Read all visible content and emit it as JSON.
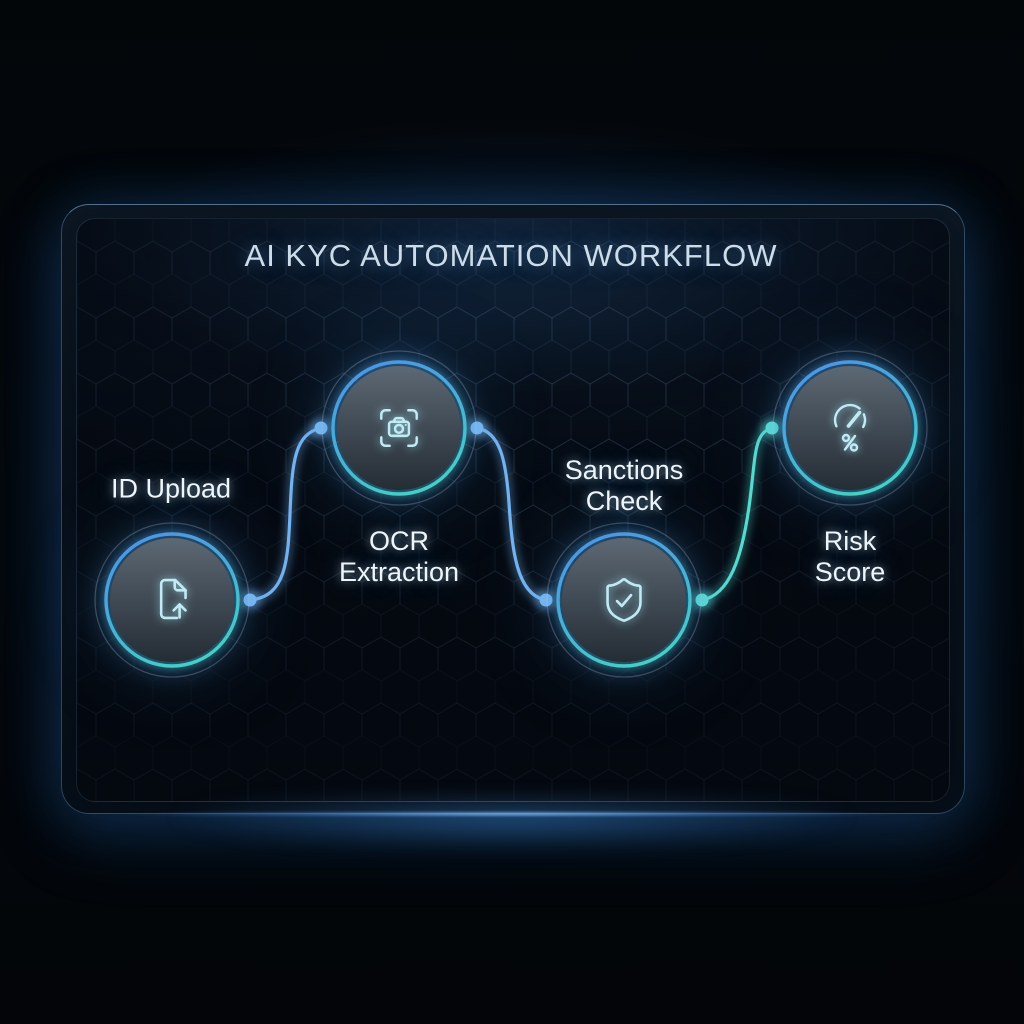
{
  "title": "AI KYC AUTOMATION WORKFLOW",
  "nodes": [
    {
      "id": "id-upload",
      "label": "ID Upload",
      "label_lines": [
        "ID Upload"
      ],
      "icon": "document-upload-icon",
      "label_position": "above"
    },
    {
      "id": "ocr-extraction",
      "label": "OCR Extraction",
      "label_lines": [
        "OCR",
        "Extraction"
      ],
      "icon": "camera-scan-icon",
      "label_position": "below"
    },
    {
      "id": "sanctions-check",
      "label": "Sanctions Check",
      "label_lines": [
        "Sanctions",
        "Check"
      ],
      "icon": "shield-check-icon",
      "label_position": "above"
    },
    {
      "id": "risk-score",
      "label": "Risk Score",
      "label_lines": [
        "Risk",
        "Score"
      ],
      "icon": "gauge-percent-icon",
      "label_position": "below"
    }
  ],
  "connectors": [
    {
      "from": "id-upload",
      "to": "ocr-extraction",
      "color": "#74b4f2"
    },
    {
      "from": "ocr-extraction",
      "to": "sanctions-check",
      "color": "#74b4f2"
    },
    {
      "from": "sanctions-check",
      "to": "risk-score",
      "color": "#55ddd2"
    }
  ],
  "colors": {
    "background": "#04070c",
    "panel_background": "#070e16",
    "ring_blue": "#4d93e6",
    "ring_teal": "#46cfc6",
    "disc_top": "#5c6873",
    "disc_mid": "#434d57",
    "disc_bottom": "#242c34",
    "icon": "#c2eaf4",
    "label_text": "#eef6fb",
    "title_text": "#ccdcea",
    "connector_blue": "#74b4f2",
    "connector_teal": "#55ddd2",
    "dot_blue": "#7cbcf6",
    "dot_teal": "#5ce2d6"
  }
}
